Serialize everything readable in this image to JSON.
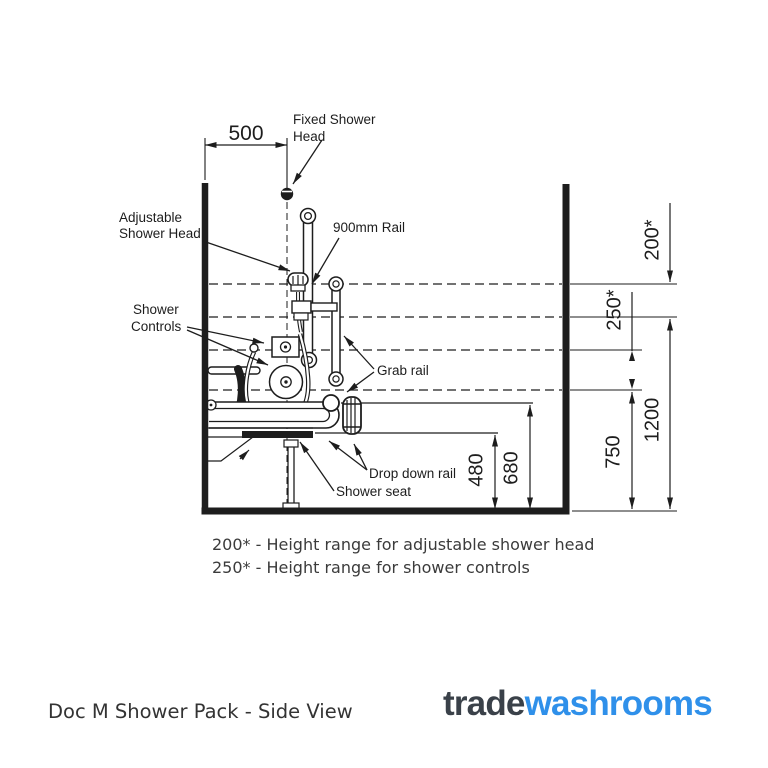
{
  "diagram": {
    "labels": {
      "fixed_line1": "Fixed Shower",
      "fixed_line2": "Head",
      "adj_line1": "Adjustable",
      "adj_line2": "Shower Head",
      "ctrl_line1": "Shower",
      "ctrl_line2": "Controls",
      "rail900": "900mm Rail",
      "grab_rail": "Grab rail",
      "drop_down_rail": "Drop down rail",
      "shower_seat": "Shower seat"
    },
    "dims": {
      "d500": "500",
      "d200": "200*",
      "d250": "250*",
      "d1200": "1200",
      "d750": "750",
      "d680": "680",
      "d480": "480"
    },
    "footnotes": [
      "200* - Height range for adjustable shower head",
      "250* - Height range for shower controls"
    ]
  },
  "footer": {
    "caption": "Doc M Shower Pack - Side View",
    "logo_part1": "trade",
    "logo_part2": "washrooms"
  },
  "colors": {
    "line": "#1d1d1d",
    "logo_dark": "#3a4149",
    "logo_blue": "#2f90ea"
  }
}
